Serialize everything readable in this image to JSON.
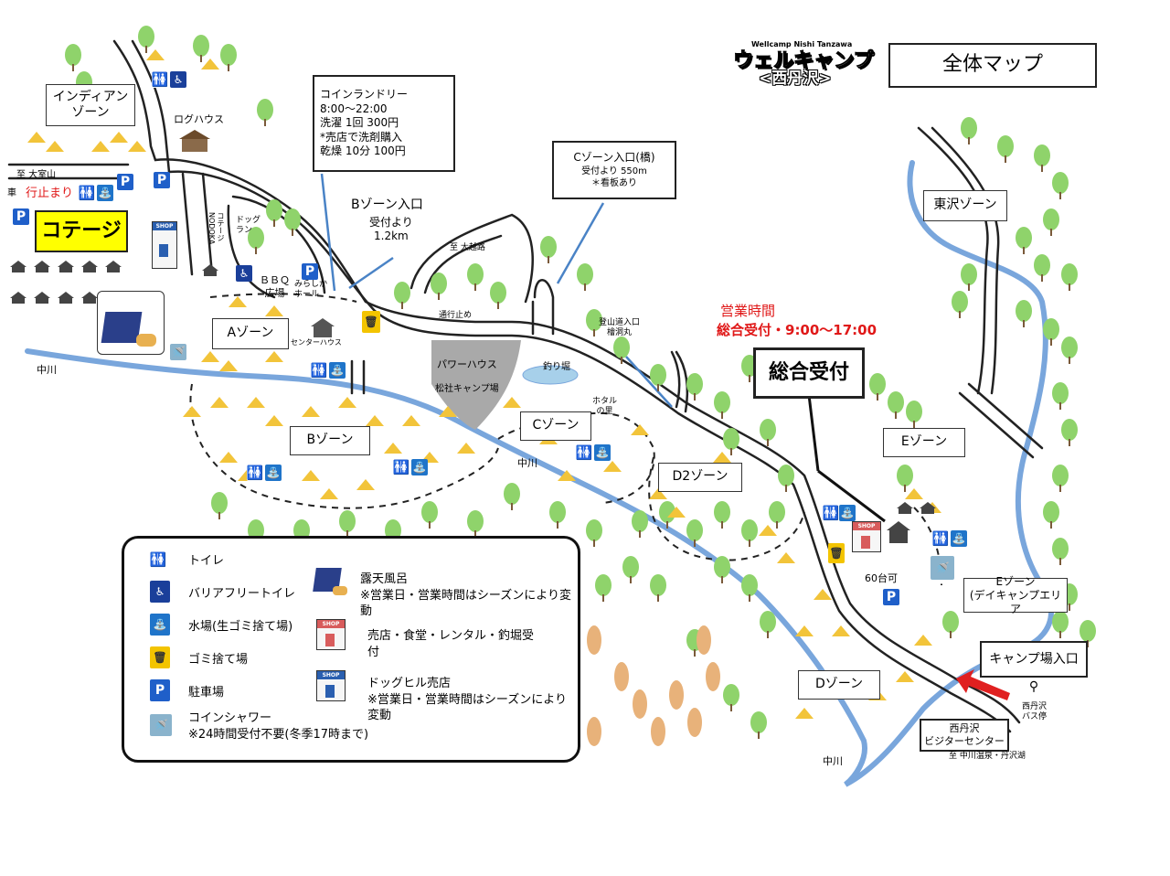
{
  "header": {
    "logo_small": "Wellcamp Nishi Tanzawa",
    "logo_main": "ウェルキャンプ",
    "logo_sub": "<西丹沢>",
    "map_title": "全体マップ"
  },
  "zones": {
    "indian": "インディアン\nゾーン",
    "a": "Aゾーン",
    "b": "Bゾーン",
    "c": "Cゾーン",
    "d2": "D2ゾーン",
    "d": "Dゾーン",
    "e": "Eゾーン",
    "tozawa": "東沢ゾーン",
    "e_day": "Eゾーン\n(デイキャンプエリア"
  },
  "callouts": {
    "laundry": "コインランドリー\n8:00～22:00\n洗濯 1回  300円\n*売店で洗剤購入\n乾燥 10分 100円",
    "c_entrance_title": "Cゾーン入口(橋)",
    "c_entrance_sub": "受付より  550m\n＊看板あり",
    "b_entrance_title": "Bゾーン入口",
    "b_entrance_sub": "受付より\n1.2km",
    "hours_title": "営業時間",
    "hours_value": "総合受付・9:00～17:00",
    "reception": "総合受付",
    "camp_entrance": "キャンプ場入口",
    "cottage": "コテージ",
    "dead_end": "行止まり",
    "visitor_center": "西丹沢\nビジターセンター"
  },
  "places": {
    "log_house": "ログハウス",
    "to_omuro": "至 大室山",
    "car": "車",
    "dog_run": "ドッグ\nラン",
    "cottage_nodoka": "コテージ\nNODOKA",
    "bbq": "ＢＢＱ\n広場",
    "mirashika_hall": "みらしか\nホール",
    "center_house": "センターハウス",
    "to_okoshi": "至 大越路",
    "closed_road": "通行止め",
    "power_house": "パワーハウス",
    "matsu_camp": "松社キャンプ場",
    "fishing_pond": "釣り堀",
    "hotaru": "ホタル\nの里",
    "climb_entrance": "登山道入口\n檜洞丸",
    "nakagawa_1": "中川",
    "nakagawa_2": "中川",
    "nakagawa_3": "中川",
    "parking_60": "60台可",
    "bus_stop": "西丹沢\nバス停",
    "to_nakagawa_onsen": "至  中川温泉・丹沢湖"
  },
  "legend": {
    "toilet": "トイレ",
    "barrier_free": "バリアフリートイレ",
    "water": "水場(生ゴミ捨て場)",
    "trash": "ゴミ捨て場",
    "parking": "駐車場",
    "shower": "コインシャワー\n※24時間受付不要(冬季17時まで)",
    "bath": "露天風呂\n※営業日・営業時間はシーズンにより変動",
    "shop": "売店・食堂・レンタル・釣堀受\n付",
    "dog_shop": "ドッグヒル売店\n※営業日・営業時間はシーズンにより変動"
  },
  "icons": {
    "toilet": "toilet-icon",
    "barrier_free": "wheelchair-icon",
    "water": "faucet-icon",
    "trash": "trash-icon",
    "parking": "parking-icon",
    "shower": "shower-icon",
    "bath": "open-air-bath-icon",
    "shop": "shop-icon",
    "house": "house-icon",
    "bus": "bus-stop-icon"
  },
  "colors": {
    "river": "#79a6dc",
    "road": "#222222",
    "tent": "#f2c43a",
    "tree": "#8fd36b",
    "autumn_tree": "#e8b27a",
    "cottage_bg": "#ffff00",
    "red_text": "#e01818",
    "arrow_blue": "#4a83c6",
    "arrow_red": "#e02020",
    "shop_red": "#d85c5c",
    "shop_blue": "#2a5fb0",
    "power_house_grey": "#a9a9a9"
  }
}
